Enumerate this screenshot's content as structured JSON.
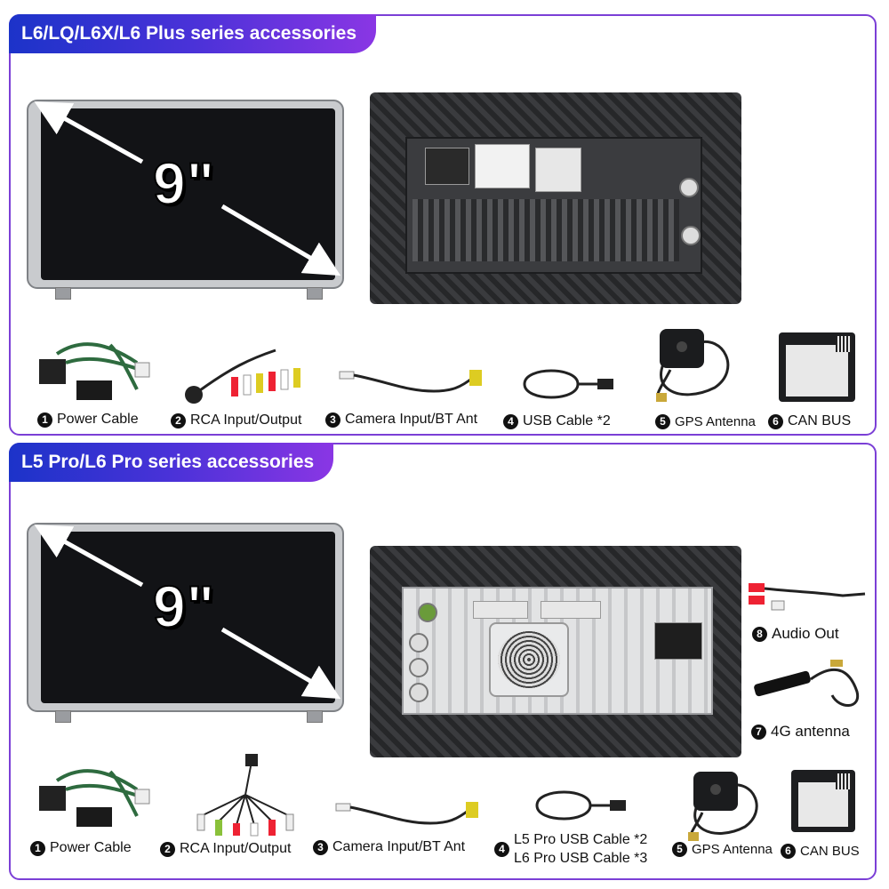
{
  "panel1": {
    "title": "L6/LQ/L6X/L6 Plus series accessories",
    "size_label": "9\"",
    "accessories": [
      {
        "num": "1",
        "label": "Power Cable"
      },
      {
        "num": "2",
        "label": "RCA Input/Output"
      },
      {
        "num": "3",
        "label": "Camera Input/BT Ant"
      },
      {
        "num": "4",
        "label": "USB Cable *2"
      },
      {
        "num": "5",
        "label": "GPS Antenna"
      },
      {
        "num": "6",
        "label": "CAN BUS"
      }
    ]
  },
  "panel2": {
    "title": "L5 Pro/L6 Pro series accessories",
    "size_label": "9\"",
    "accessories": [
      {
        "num": "1",
        "label": "Power Cable"
      },
      {
        "num": "2",
        "label": "RCA Input/Output"
      },
      {
        "num": "3",
        "label": "Camera Input/BT Ant"
      },
      {
        "num": "4",
        "label_line1": "L5 Pro USB Cable *2",
        "label_line2": "L6 Pro USB Cable *3"
      },
      {
        "num": "5",
        "label": "GPS Antenna"
      },
      {
        "num": "6",
        "label": "CAN BUS"
      },
      {
        "num": "7",
        "label": "4G antenna"
      },
      {
        "num": "8",
        "label": "Audio Out"
      }
    ]
  },
  "colors": {
    "banner_start": "#1c33c9",
    "banner_end": "#8a36e4",
    "panel_border": "#7b3fd6"
  }
}
